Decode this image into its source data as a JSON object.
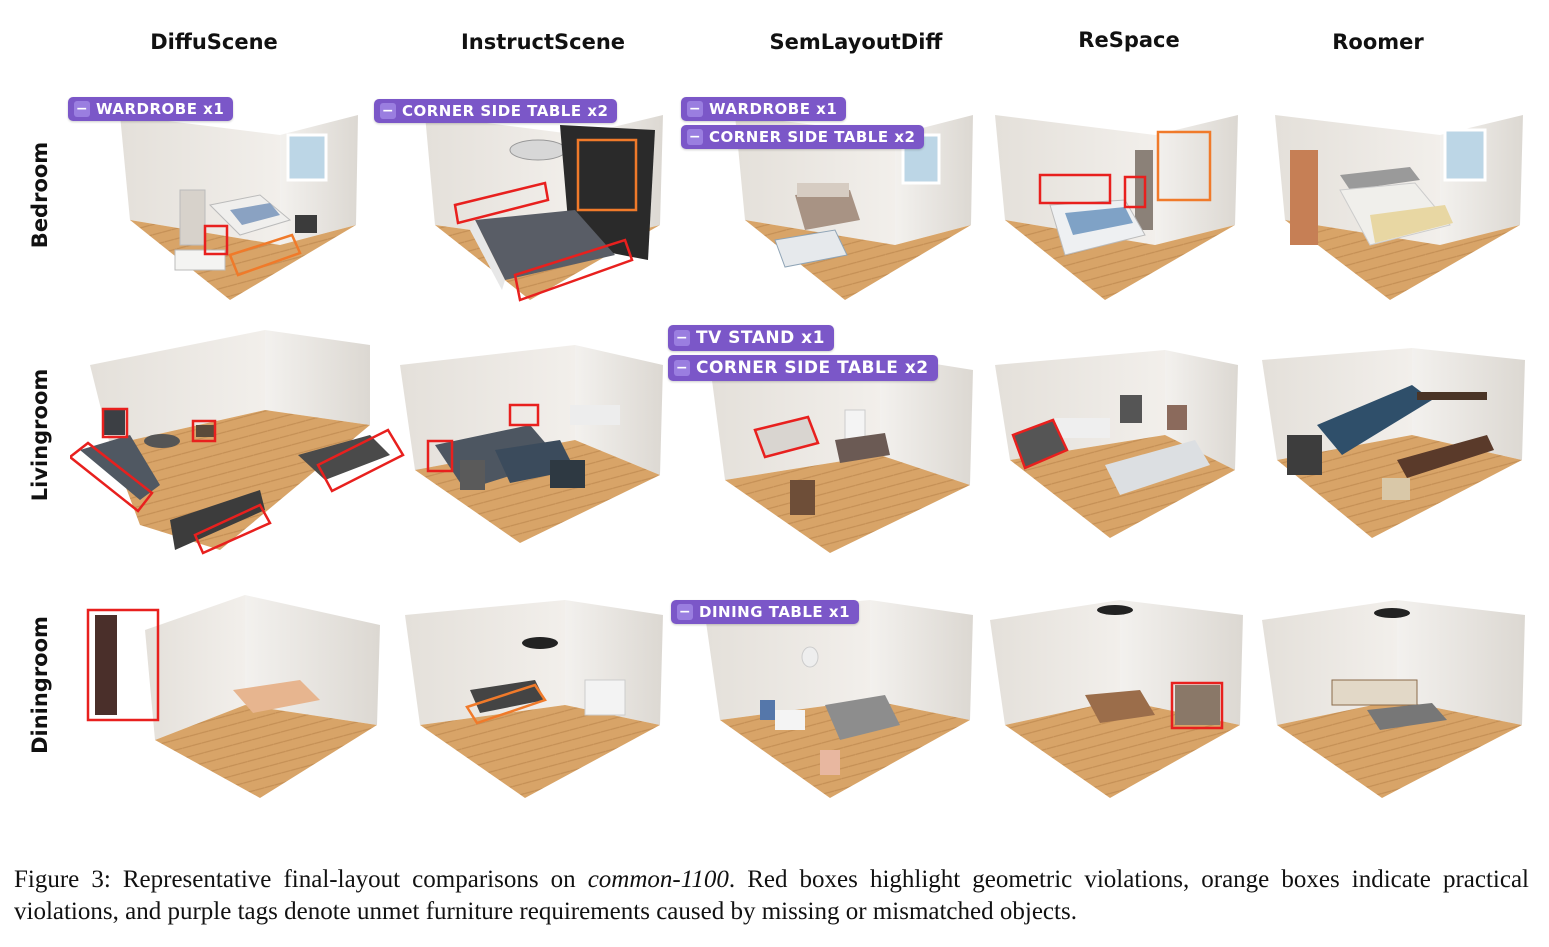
{
  "columns": [
    "DiffuScene",
    "InstructScene",
    "SemLayoutDiff",
    "ReSpace",
    "Roomer"
  ],
  "rows": [
    "Bedroom",
    "Livingroom",
    "Diningroom"
  ],
  "tags": {
    "bed_diffu": "WARDROBE x1",
    "bed_instruct": "CORNER SIDE TABLE x2",
    "bed_sem_1": "WARDROBE x1",
    "bed_sem_2": "CORNER SIDE TABLE x2",
    "liv_sem_1": "TV STAND x1",
    "liv_sem_2": "CORNER SIDE TABLE x2",
    "din_sem": "DINING TABLE x1",
    "minus": "−"
  },
  "caption": {
    "prefix": "Figure 3: Representative final-layout comparisons on ",
    "dataset": "common-1100",
    "suffix": ". Red boxes highlight geometric violations, orange boxes indicate practical violations, and purple tags denote unmet furniture requirements caused by missing or mismatched objects."
  },
  "colors": {
    "geometric_violation": "#e8201e",
    "practical_violation": "#f07a2a",
    "requirement_tag": "#7b57c8",
    "floor": "#d9a66a",
    "wall": "#ece9e4"
  }
}
